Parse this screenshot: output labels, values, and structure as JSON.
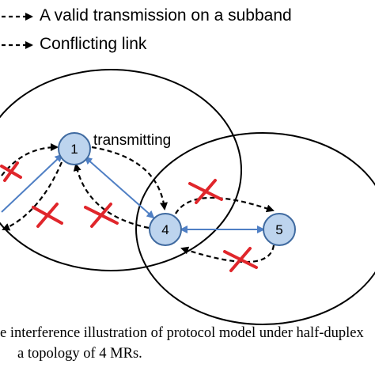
{
  "legend": {
    "valid_label": "A valid transmission on a subband",
    "conflict_label": "Conflicting link"
  },
  "nodes": [
    {
      "id": "1",
      "label": "1"
    },
    {
      "id": "4",
      "label": "4"
    },
    {
      "id": "5",
      "label": "5"
    }
  ],
  "annotation": "transmitting",
  "caption": {
    "line1": "e interference illustration of protocol model under half-duplex",
    "line2": "a topology of 4 MRs."
  },
  "colors": {
    "node_fill": "#bdd4ee",
    "node_stroke": "#3f6aa0",
    "valid_link": "#4f7fc4",
    "conflict_mark": "#e0262b",
    "dashed_arrow": "#000000"
  }
}
